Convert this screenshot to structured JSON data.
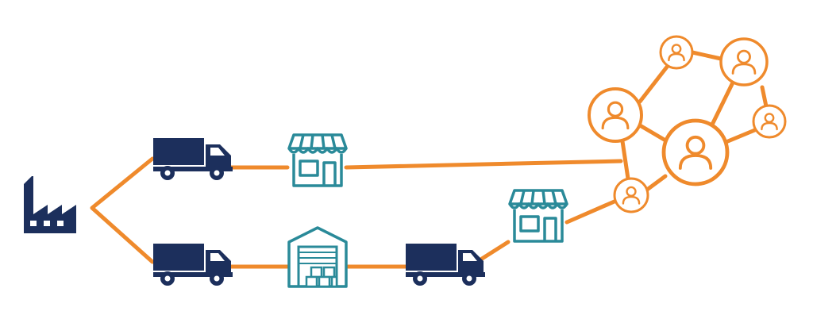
{
  "diagram": {
    "type": "supply-chain-flow",
    "colors": {
      "link": "#ef8a2c",
      "vehicle": "#1c2f5c",
      "building": "#2a8a99",
      "person": "#ef8a2c",
      "background": "#ffffff"
    },
    "nodes": [
      {
        "id": "factory",
        "icon": "factory-icon"
      },
      {
        "id": "truck-top",
        "icon": "truck-icon"
      },
      {
        "id": "truck-bottom",
        "icon": "truck-icon"
      },
      {
        "id": "store-top",
        "icon": "storefront-icon"
      },
      {
        "id": "warehouse",
        "icon": "warehouse-icon"
      },
      {
        "id": "truck-right",
        "icon": "truck-icon"
      },
      {
        "id": "store-right",
        "icon": "storefront-icon"
      },
      {
        "id": "consumer-1",
        "icon": "person-icon"
      },
      {
        "id": "consumer-2",
        "icon": "person-icon"
      },
      {
        "id": "consumer-3",
        "icon": "person-icon"
      },
      {
        "id": "consumer-4",
        "icon": "person-icon"
      },
      {
        "id": "consumer-5",
        "icon": "person-icon"
      },
      {
        "id": "consumer-6",
        "icon": "person-icon"
      }
    ],
    "edges": [
      [
        "factory",
        "truck-top"
      ],
      [
        "factory",
        "truck-bottom"
      ],
      [
        "truck-top",
        "store-top"
      ],
      [
        "store-top",
        "consumer-network"
      ],
      [
        "truck-bottom",
        "warehouse"
      ],
      [
        "warehouse",
        "truck-right"
      ],
      [
        "truck-right",
        "store-right"
      ],
      [
        "store-right",
        "consumer-6"
      ],
      [
        "consumer-1",
        "consumer-2"
      ],
      [
        "consumer-1",
        "consumer-5"
      ],
      [
        "consumer-2",
        "consumer-3"
      ],
      [
        "consumer-2",
        "consumer-5"
      ],
      [
        "consumer-3",
        "consumer-4"
      ],
      [
        "consumer-4",
        "consumer-5"
      ],
      [
        "consumer-5",
        "consumer-6"
      ],
      [
        "consumer-1",
        "consumer-6"
      ]
    ]
  }
}
